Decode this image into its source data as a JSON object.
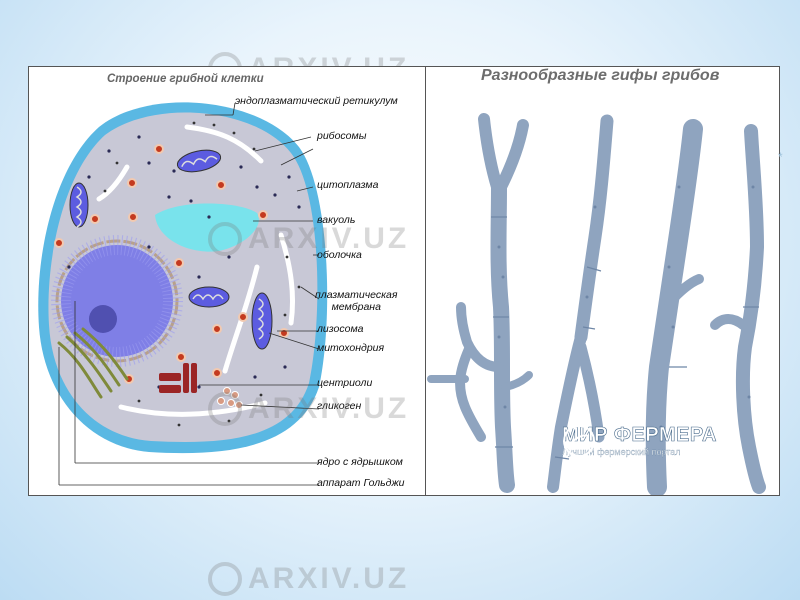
{
  "slide": {
    "left_title": "Строение грибной клетки",
    "right_title": "Разнообразные гифы грибов",
    "labels": {
      "er": "эндоплазматический ретикулум",
      "ribosomes": "рибосомы",
      "cytoplasm": "цитоплазма",
      "vacuole": "вакуоль",
      "wall": "оболочка",
      "membrane_line1": "плазматическая",
      "membrane_line2": "мембрана",
      "lysosome": "лизосома",
      "mitochondria": "митохондрия",
      "centrioles": "центриоли",
      "glycogen": "гликоген",
      "nucleus": "ядро с ядрышком",
      "golgi": "аппарат Гольджи"
    },
    "corner_mark": "*"
  },
  "watermark": {
    "text": "ARXIV.UZ"
  },
  "logo": {
    "name": "МИР ФЕРМЕРА",
    "tagline": "Лучший фермерский портал"
  },
  "colors": {
    "cell_wall": "#5ab8e3",
    "cytoplasm": "#c8c8d6",
    "vacuole": "#79e3ec",
    "nucleus": "#7f7fe6",
    "hyphae": "#8fa4bf",
    "organelle_red": "#c43a1f"
  }
}
